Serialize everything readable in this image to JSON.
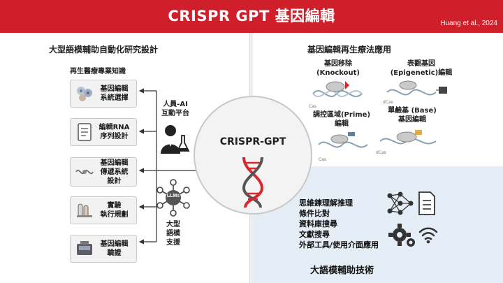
{
  "header": {
    "title": "CRISPR GPT 基因編輯",
    "citation": "Huang et al., 2024"
  },
  "left": {
    "title": "大型語模輔助自動化研究設計",
    "knowledge_label": "再生醫療專業知識",
    "items": [
      {
        "label": "基因編輯\n系統選擇"
      },
      {
        "label": "編輯RNA\n序列設計"
      },
      {
        "label": "基因編輯\n傳遞系統\n設計"
      },
      {
        "label": "實驗\n執行規劃"
      },
      {
        "label": "基因編輯\n驗證"
      }
    ],
    "human_ai": "人員-AI\n互動平台",
    "llm_support": "大型\n語模\n支援",
    "llms_badge": "LLMs"
  },
  "center": {
    "title": "CRISPR-GPT"
  },
  "right_top": {
    "title": "基因編輯再生療法應用",
    "knockout": "基因移除\n(Knockout)",
    "epigenetic": "表觀基因\n(Epigenetic)編輯",
    "prime": "調控區域(Prime)\n編輯",
    "base": "單鹼基 (Base)\n基因編輯",
    "tiny_labels": {
      "cas": "Cas",
      "dcas": "dCas"
    }
  },
  "right_bottom": {
    "items": [
      "思維鍊理解推理",
      "條件比對",
      "資料庫搜尋",
      "文獻搜尋",
      "外部工具/使用介面應用"
    ],
    "footer": "大語模輔助技術"
  },
  "colors": {
    "header": "#cf1f2a",
    "dna_red": "#d7262e",
    "dna_gray": "#555555",
    "panel_blue": "#e5eef7"
  }
}
